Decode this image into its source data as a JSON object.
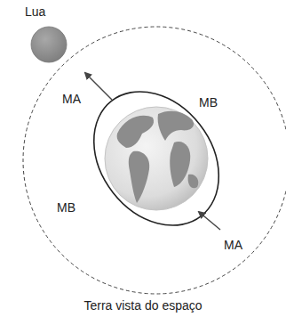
{
  "diagram": {
    "caption": "Terra vista do espaço",
    "labels": [
      "Lua",
      "MA",
      "MB",
      "MB",
      "MA"
    ]
  }
}
